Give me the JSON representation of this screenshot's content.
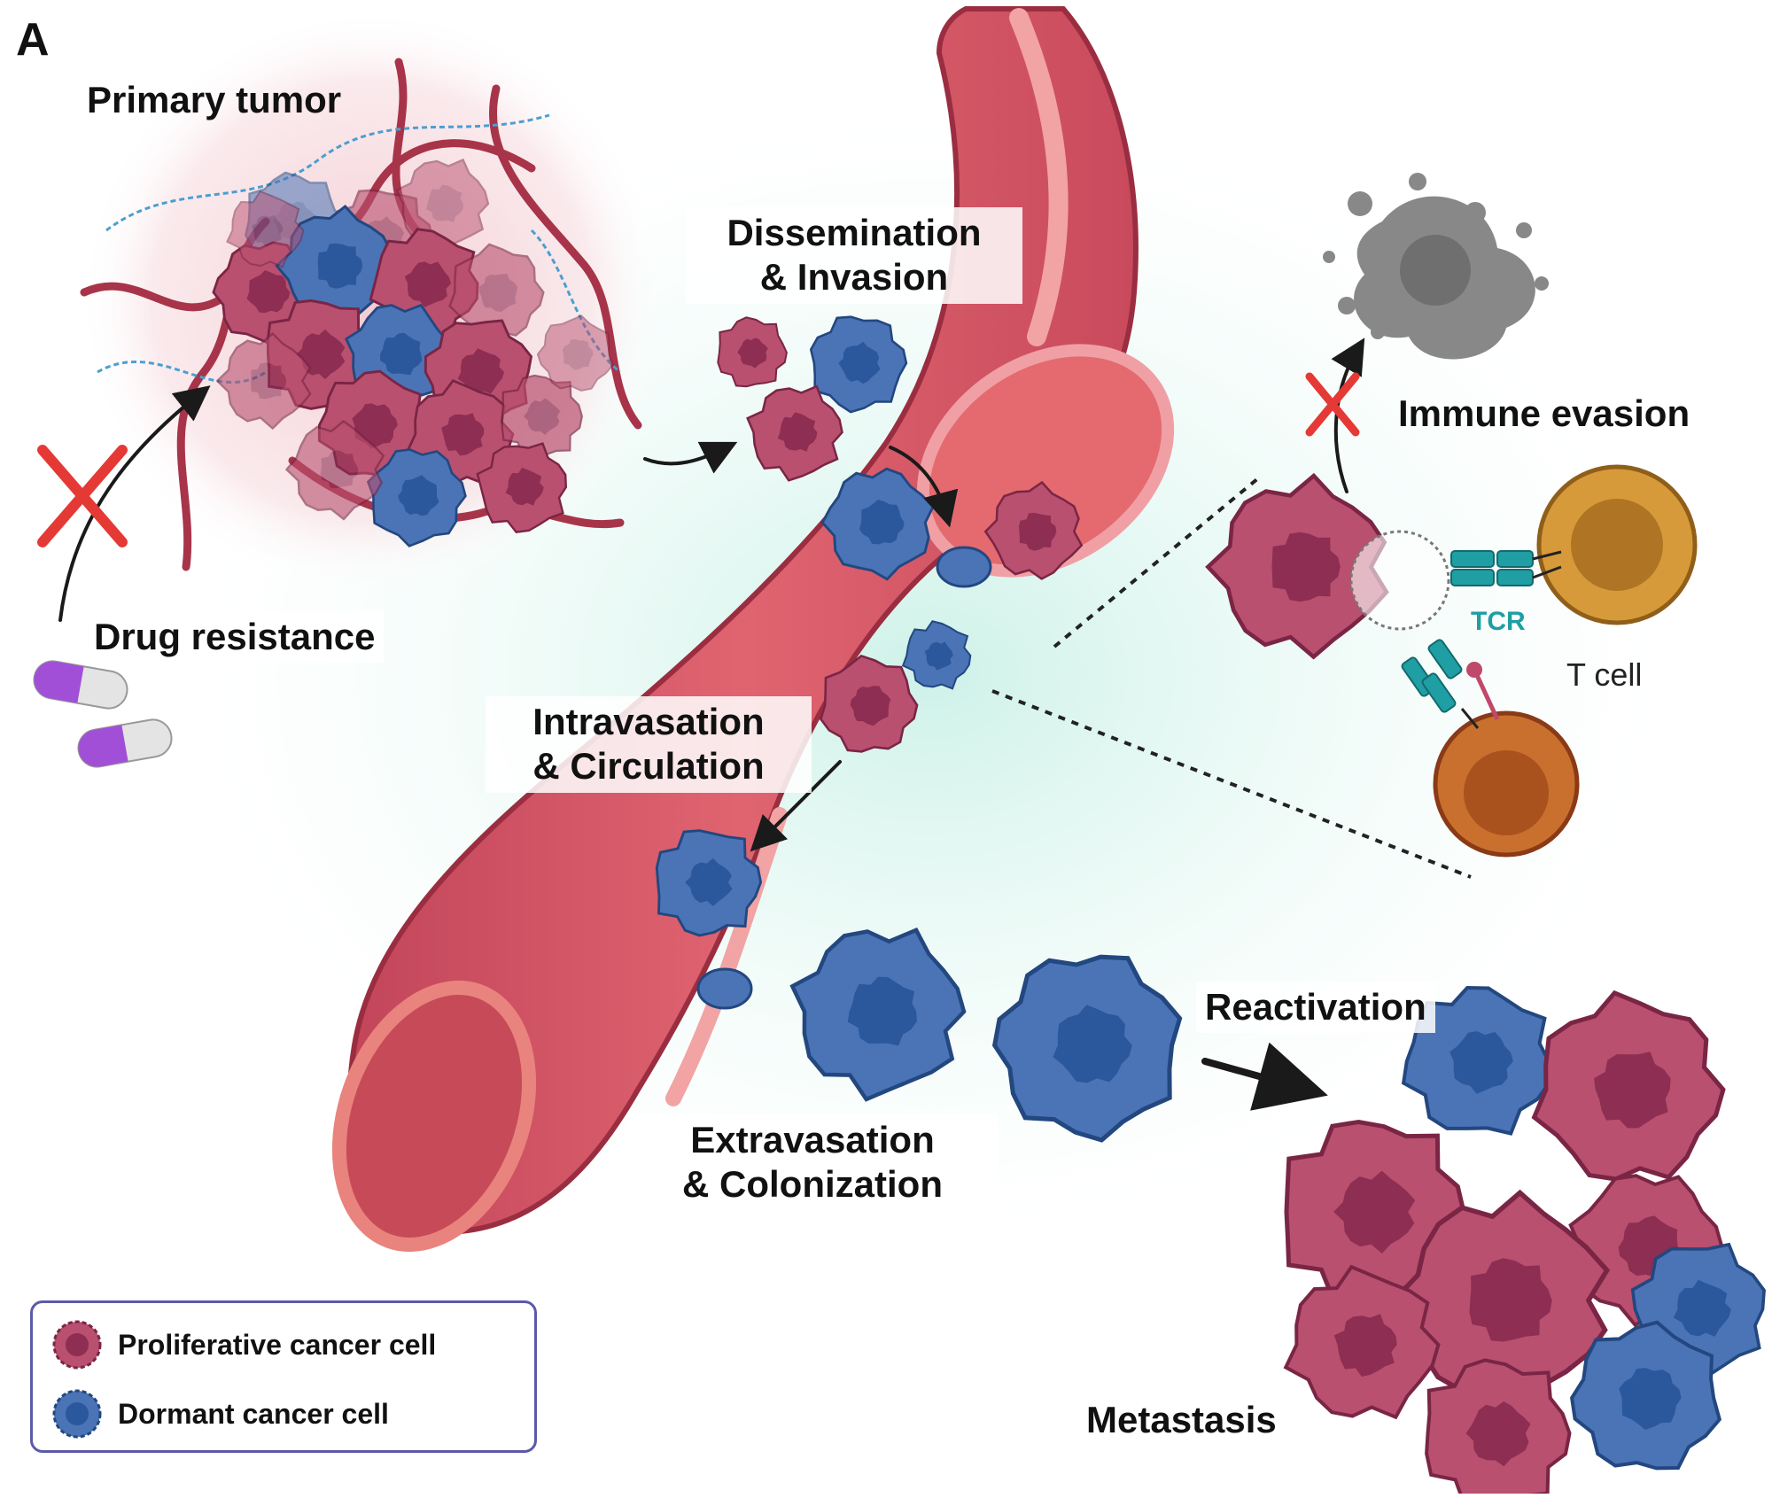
{
  "panel_label": "A",
  "labels": {
    "primary_tumor": "Primary tumor",
    "dissemination_line1": "Dissemination",
    "dissemination_line2": "& Invasion",
    "immune_evasion": "Immune evasion",
    "drug_resistance": "Drug resistance",
    "intravasation_line1": "Intravasation",
    "intravasation_line2": "& Circulation",
    "tcr": "TCR",
    "t_cell": "T cell",
    "extravasation_line1": "Extravasation",
    "extravasation_line2": "& Colonization",
    "reactivation": "Reactivation",
    "metastasis": "Metastasis"
  },
  "legend": {
    "proliferative": "Proliferative cancer cell",
    "dormant": "Dormant cancer cell"
  },
  "colors": {
    "proliferative": "#b9506f",
    "proliferative_nucleus": "#8d2e52",
    "dormant": "#4a74b6",
    "dormant_nucleus": "#2b579c",
    "vessel": "#d45a66",
    "vessel_dark": "#b23e4e",
    "t_cell": "#d79a3a",
    "t_cell_2": "#c9702e",
    "tcr": "#1f9ea3",
    "cross": "#e53935",
    "pill": "#a24fd8"
  }
}
